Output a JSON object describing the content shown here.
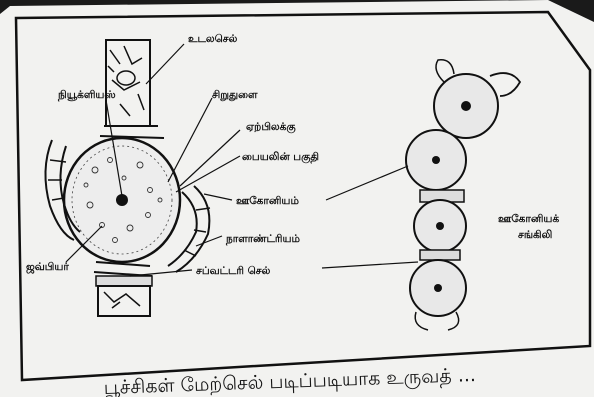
{
  "labels": {
    "udal_sel": "உடலசெல்",
    "nirukkiyal": "நியூக்ளியஸ்",
    "siruthulai": "சிறுதுளை",
    "erpilakku": "ஏற்பிலக்கு",
    "paiyalin": "பையலின் பகுதி",
    "oogoniyam": "ஊகோனியம்",
    "naalaantriyam": "நாளாண்ட்ரியம்",
    "javviyar": "ஜவ்பியர்",
    "sabvattari": "சப்வட்டரி செல்"
  },
  "chain_label": [
    "ஊகோனியக்",
    "சங்கிலி"
  ],
  "caption": "பூச்சிகள் மேற்செல் படிப்படியாக உருவத் ..."
}
